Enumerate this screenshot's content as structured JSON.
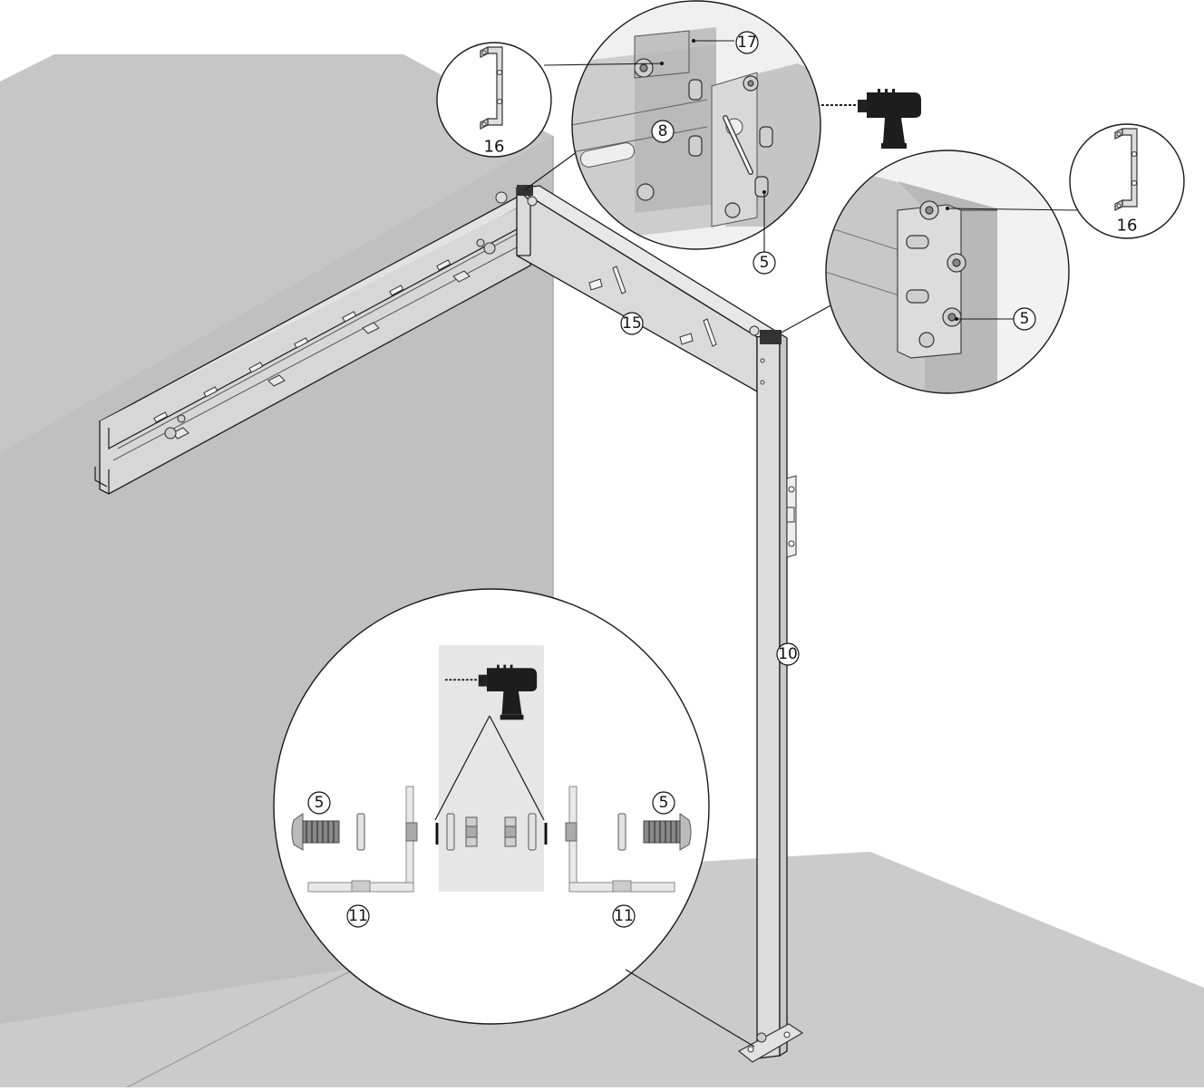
{
  "diagram": {
    "labels": {
      "part_5_top": "5",
      "part_5_right": "5",
      "part_5_bottom_left": "5",
      "part_5_bottom_right": "5",
      "part_8": "8",
      "part_10": "10",
      "part_11_left": "11",
      "part_11_right": "11",
      "part_15": "15",
      "part_16_left": "16",
      "part_16_right": "16",
      "part_17": "17"
    },
    "icons": [
      "drill-icon",
      "bracket-16-icon"
    ],
    "colors": {
      "wall": "#c0c0c0",
      "floor": "#cbcbcb",
      "steel": "#d8d8d8",
      "outline": "#1a1a1a",
      "panel": "#e6e6e6"
    }
  }
}
